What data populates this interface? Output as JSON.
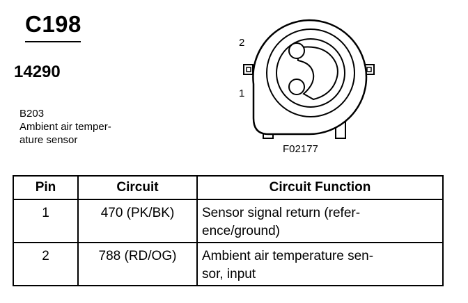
{
  "connector": {
    "id": "C198",
    "part_number": "14290",
    "component_code": "B203",
    "component_name_lines": [
      "Ambient air temper-",
      "ature sensor"
    ],
    "pin_labels": [
      "2",
      "1"
    ],
    "figure_id": "F02177"
  },
  "table": {
    "headers": {
      "pin": "Pin",
      "circuit": "Circuit",
      "function": "Circuit Function"
    },
    "rows": [
      {
        "pin": "1",
        "circuit": "470 (PK/BK)",
        "function_lines": [
          "Sensor signal return (refer-",
          "ence/ground)"
        ]
      },
      {
        "pin": "2",
        "circuit": "788 (RD/OG)",
        "function_lines": [
          "Ambient air temperature sen-",
          "sor, input"
        ]
      }
    ]
  }
}
